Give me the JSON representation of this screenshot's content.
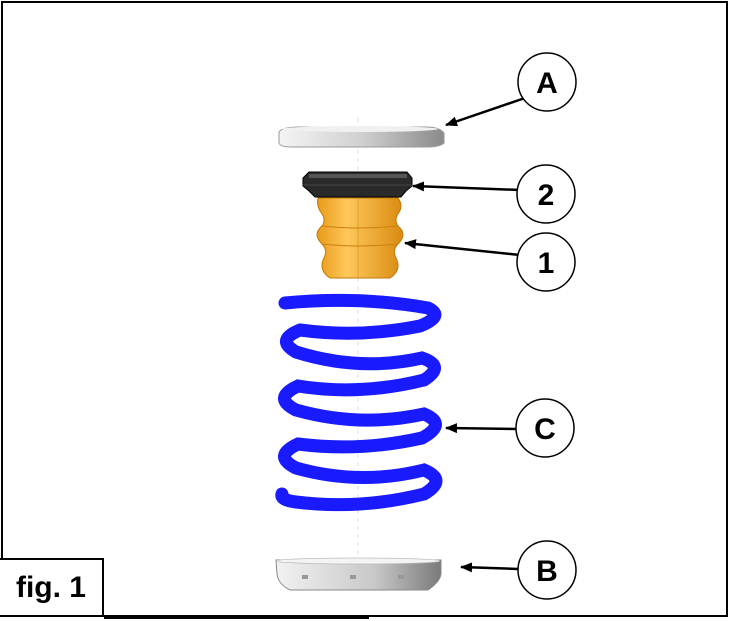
{
  "figure": {
    "label": "fig. 1"
  },
  "callouts": {
    "A": "A",
    "two": "2",
    "one": "1",
    "C": "C",
    "B": "B"
  },
  "colors": {
    "spring": "#1a1aff",
    "bump_stop": "#f0b030",
    "dust_boot": "#1a1a1a",
    "seat": "#d8d8d8"
  }
}
